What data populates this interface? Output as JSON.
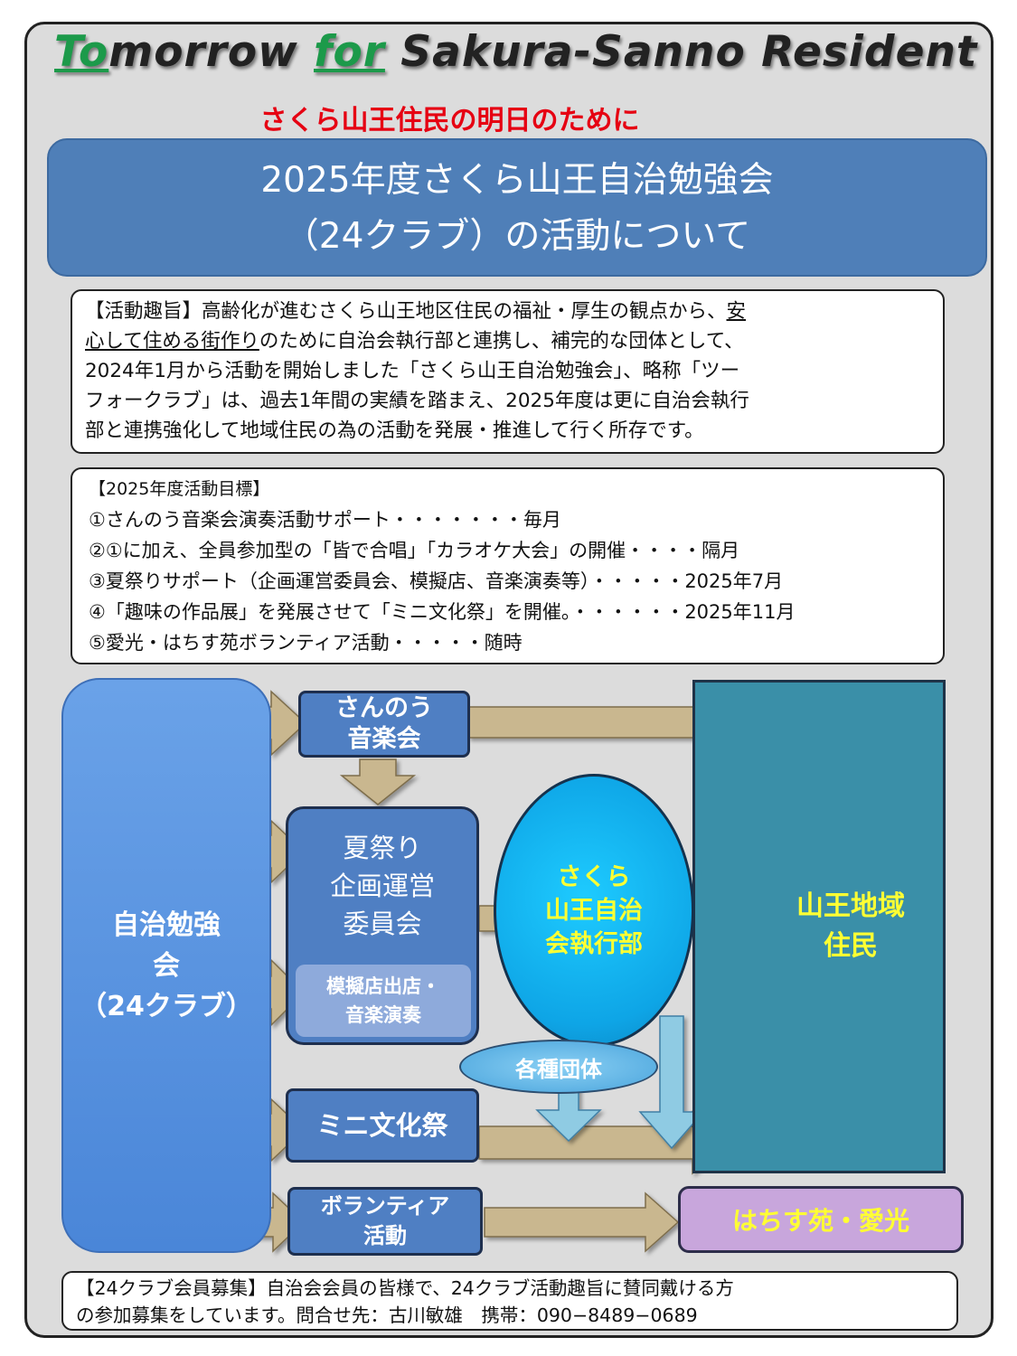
{
  "masthead": {
    "p1": "To",
    "p2": "morrow ",
    "p3": "for",
    "p4": " Sakura-Sanno Resident"
  },
  "subtitle": "さくら山王住民の明日のために",
  "banner": {
    "line1": "2025年度さくら山王自治勉強会",
    "line2": "（24クラブ）の活動について"
  },
  "purpose": {
    "l1a": "【活動趣旨】高齢化が進むさくら山王地区住民の福祉・厚生の観点から、",
    "l1b": "安",
    "l2a": "心して住める街作り",
    "l2b": "のために自治会執行部と連携し、補完的な団体として、",
    "l3": "2024年1月から活動を開始しました「さくら山王自治勉強会」、略称「ツー",
    "l4": "フォークラブ」は、過去1年間の実績を踏まえ、2025年度は更に自治会執行",
    "l5": "部と連携強化して地域住民の為の活動を発展・推進して行く所存です。"
  },
  "goals": {
    "heading": "【2025年度活動目標】",
    "items": [
      "①さんのう音楽会演奏活動サポート・・・・・・・毎月",
      "②①に加え、全員参加型の「皆で合唱」「カラオケ大会」の開催・・・・隔月",
      "③夏祭りサポート（企画運営委員会、模擬店、音楽演奏等）・・・・・2025年7月",
      "④「趣味の作品展」を発展させて「ミニ文化祭」を開催。・・・・・・2025年11月",
      "⑤愛光・はちす苑ボランティア活動・・・・・随時"
    ]
  },
  "diagram": {
    "club": {
      "l1": "自治勉強",
      "l2": "会",
      "l3": "（24クラブ）"
    },
    "concert": {
      "l1": "さんのう",
      "l2": "音楽会"
    },
    "summer": {
      "l1": "夏祭り",
      "l2": "企画運営",
      "l3": "委員会",
      "sub1": "模擬店出店・",
      "sub2": "音楽演奏"
    },
    "culture": "ミニ文化祭",
    "volunteer": {
      "l1": "ボランティア",
      "l2": "活動"
    },
    "exec": {
      "l1": "さくら",
      "l2": "山王自治",
      "l3": "会執行部"
    },
    "groups": "各種団体",
    "residents": {
      "l1": "山王地域",
      "l2": "住民"
    },
    "hachisu": "はちす苑・愛光"
  },
  "recruit": {
    "l1": "【24クラブ会員募集】自治会会員の皆様で、24クラブ活動趣旨に賛同戴ける方",
    "l2": "の参加募集をしています。問合せ先：古川敏雄　携帯：090−8489−0689"
  },
  "colors": {
    "arrow": "#c9b78f",
    "arrow_light": "#8fcbe3",
    "accent_red": "#e60012",
    "accent_green": "#1c9a4a"
  }
}
